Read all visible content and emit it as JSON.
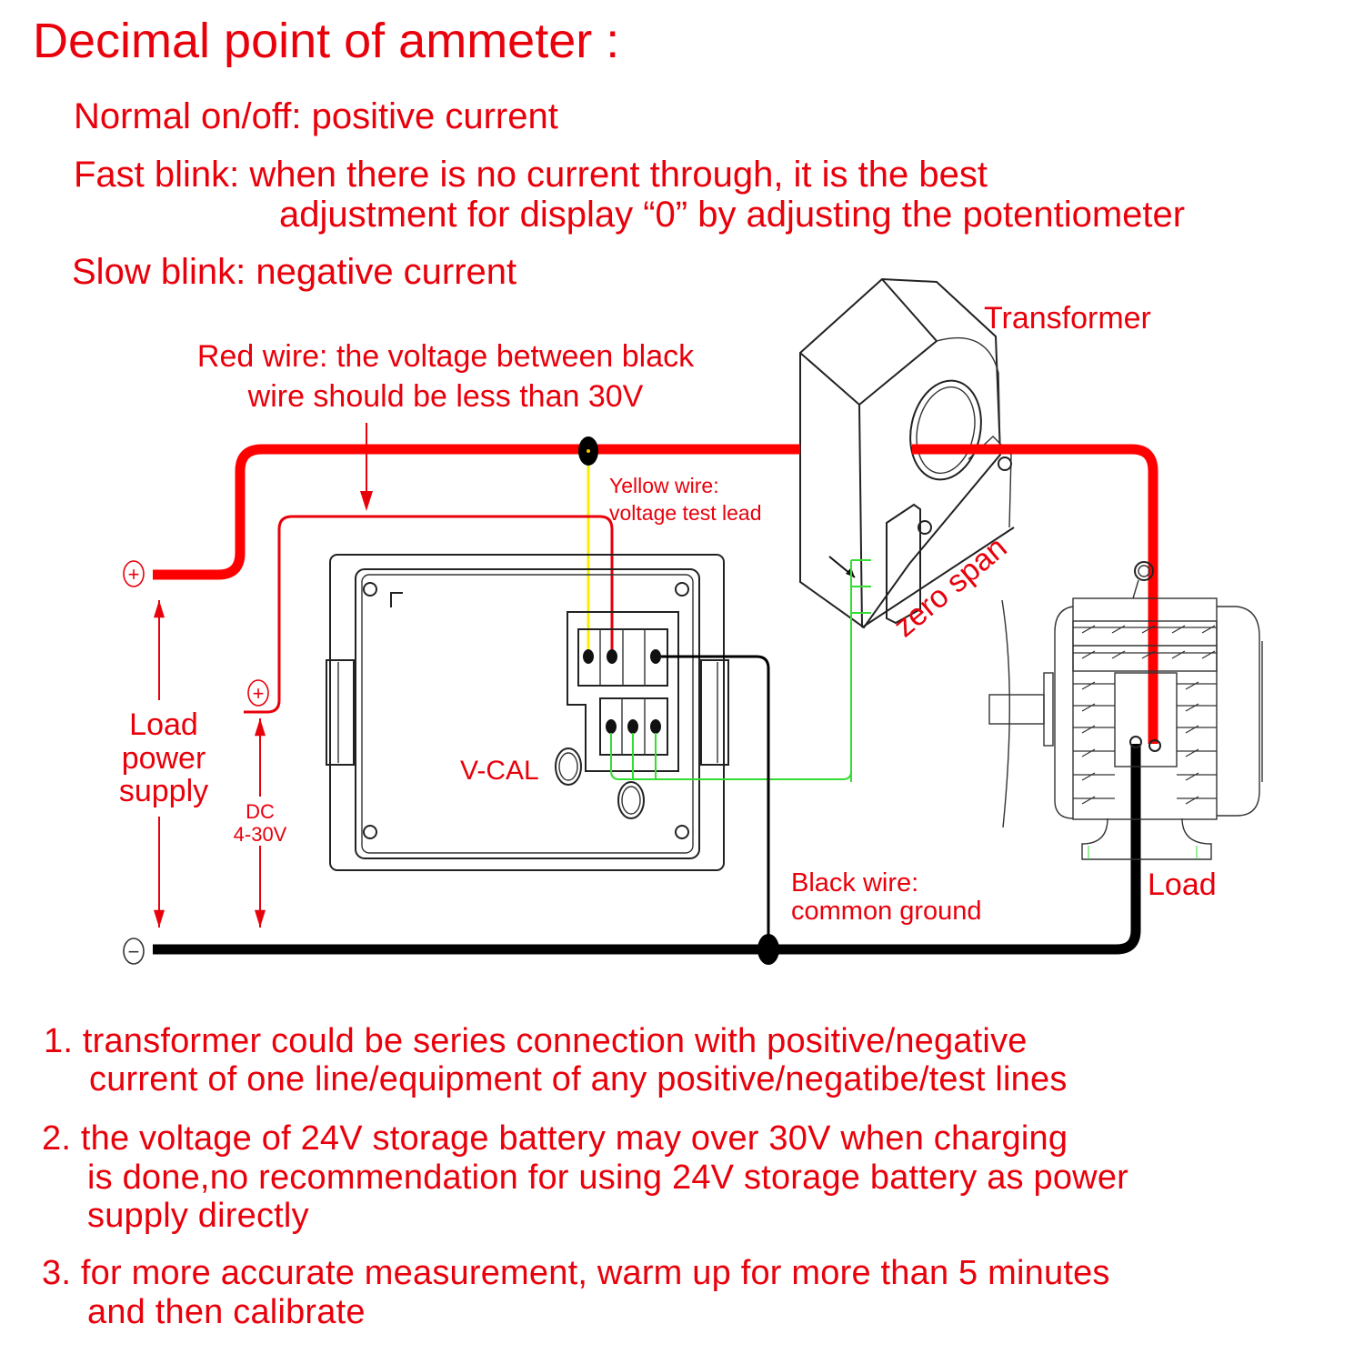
{
  "title": "Decimal point of ammeter :",
  "decimal_point_modes": [
    {
      "label": "Normal on/off:",
      "description": "positive current"
    },
    {
      "label": "Fast blink:",
      "description_line1": "when there is no current through, it is the best",
      "description_line2": "adjustment for display “0” by adjusting the potentiometer"
    },
    {
      "label": "Slow blink:",
      "description": "negative current"
    }
  ],
  "diagram": {
    "red_wire_note_line1": "Red wire: the voltage between black",
    "red_wire_note_line2": "wire should be less than 30V",
    "yellow_wire_note_line1": "Yellow wire:",
    "yellow_wire_note_line2": "voltage test lead",
    "transformer_label": "Transformer",
    "zero_span_label": "zero span",
    "load_power_supply_line1": "Load",
    "load_power_supply_line2": "power",
    "load_power_supply_line3": "supply",
    "dc_range_line1": "DC",
    "dc_range_line2": "4-30V",
    "vcal_label": "V-CAL",
    "black_wire_note_line1": "Black wire:",
    "black_wire_note_line2": "common ground",
    "load_label": "Load",
    "positive_symbol": "+",
    "negative_symbol": "−",
    "colors": {
      "text_red": "#e8000b",
      "red_wire": "#ff0000",
      "black_wire": "#000000",
      "yellow_wire": "#f5f000",
      "green_wire": "#33dd33"
    }
  },
  "notes": [
    {
      "number": "1.",
      "line1": "transformer could be series connection with positive/negative",
      "line2": "current of one line/equipment of any positive/negatibe/test lines"
    },
    {
      "number": "2.",
      "line1": "the voltage of 24V storage battery may over 30V when charging",
      "line2": "is done,no recommendation for using 24V storage battery as power",
      "line3": "supply directly"
    },
    {
      "number": "3.",
      "line1": "for more accurate measurement, warm up for more than 5 minutes",
      "line2": "and then calibrate"
    }
  ]
}
